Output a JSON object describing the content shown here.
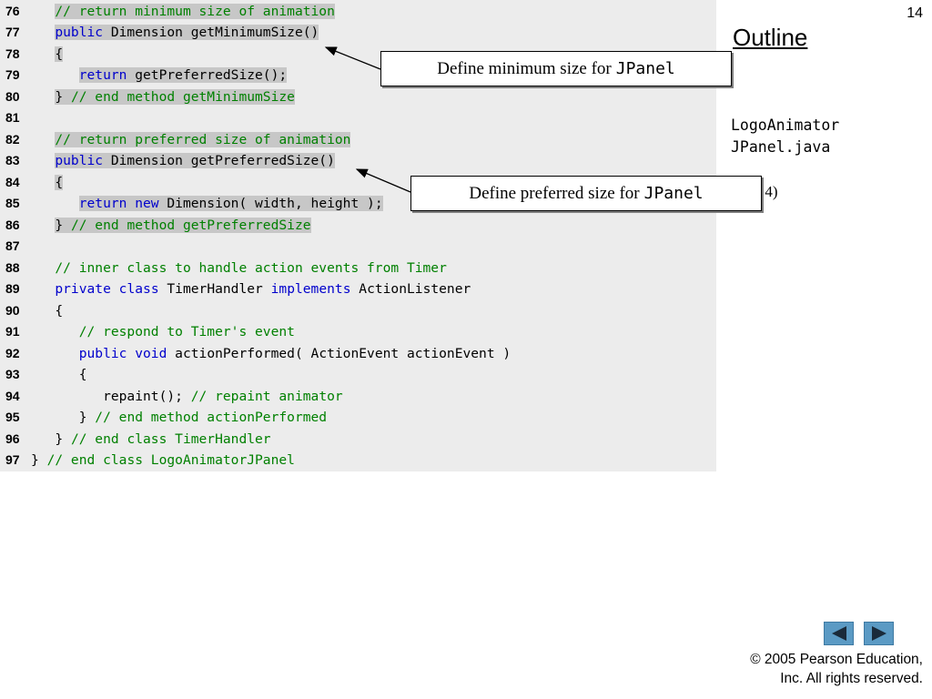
{
  "page_number": "14",
  "outline_heading": "Outline",
  "file_name": {
    "line1": "LogoAnimator",
    "line2": "JPanel.java"
  },
  "page_of": "of 4)",
  "callouts": {
    "min": {
      "text": "Define minimum size for",
      "code": "JPanel"
    },
    "pref": {
      "text": "Define preferred size for",
      "code": "JPanel"
    }
  },
  "code_lines": [
    {
      "n": "76",
      "indent": "   ",
      "hl": true,
      "tokens": [
        {
          "t": "// return minimum size of animation",
          "c": "cm"
        }
      ]
    },
    {
      "n": "77",
      "indent": "   ",
      "hl": true,
      "tokens": [
        {
          "t": "public",
          "c": "kw"
        },
        {
          "t": " Dimension getMinimumSize()",
          "c": "tx"
        }
      ]
    },
    {
      "n": "78",
      "indent": "   ",
      "hl": true,
      "tokens": [
        {
          "t": "{",
          "c": "tx"
        }
      ]
    },
    {
      "n": "79",
      "indent": "      ",
      "hl": true,
      "tokens": [
        {
          "t": "return",
          "c": "kw"
        },
        {
          "t": " getPreferredSize();",
          "c": "tx"
        }
      ]
    },
    {
      "n": "80",
      "indent": "   ",
      "hl": true,
      "tokens": [
        {
          "t": "} ",
          "c": "tx"
        },
        {
          "t": "// end method getMinimumSize",
          "c": "cm"
        }
      ]
    },
    {
      "n": "81",
      "indent": "",
      "hl": false,
      "tokens": []
    },
    {
      "n": "82",
      "indent": "   ",
      "hl": true,
      "tokens": [
        {
          "t": "// return preferred size of animation",
          "c": "cm"
        }
      ]
    },
    {
      "n": "83",
      "indent": "   ",
      "hl": true,
      "tokens": [
        {
          "t": "public",
          "c": "kw"
        },
        {
          "t": " Dimension getPreferredSize()",
          "c": "tx"
        }
      ]
    },
    {
      "n": "84",
      "indent": "   ",
      "hl": true,
      "tokens": [
        {
          "t": "{",
          "c": "tx"
        }
      ]
    },
    {
      "n": "85",
      "indent": "      ",
      "hl": true,
      "tokens": [
        {
          "t": "return",
          "c": "kw"
        },
        {
          "t": " ",
          "c": "tx"
        },
        {
          "t": "new",
          "c": "kw"
        },
        {
          "t": " Dimension( width, height );",
          "c": "tx"
        }
      ]
    },
    {
      "n": "86",
      "indent": "   ",
      "hl": true,
      "tokens": [
        {
          "t": "} ",
          "c": "tx"
        },
        {
          "t": "// end method getPreferredSize",
          "c": "cm"
        }
      ]
    },
    {
      "n": "87",
      "indent": "",
      "hl": false,
      "tokens": []
    },
    {
      "n": "88",
      "indent": "   ",
      "hl": false,
      "tokens": [
        {
          "t": "// inner class to handle action events from Timer",
          "c": "cm"
        }
      ]
    },
    {
      "n": "89",
      "indent": "   ",
      "hl": false,
      "tokens": [
        {
          "t": "private",
          "c": "kw"
        },
        {
          "t": " ",
          "c": "tx"
        },
        {
          "t": "class",
          "c": "kw"
        },
        {
          "t": " TimerHandler ",
          "c": "tx"
        },
        {
          "t": "implements",
          "c": "kw"
        },
        {
          "t": " ActionListener",
          "c": "tx"
        }
      ]
    },
    {
      "n": "90",
      "indent": "   ",
      "hl": false,
      "tokens": [
        {
          "t": "{",
          "c": "tx"
        }
      ]
    },
    {
      "n": "91",
      "indent": "      ",
      "hl": false,
      "tokens": [
        {
          "t": "// respond to Timer's event",
          "c": "cm"
        }
      ]
    },
    {
      "n": "92",
      "indent": "      ",
      "hl": false,
      "tokens": [
        {
          "t": "public",
          "c": "kw"
        },
        {
          "t": " ",
          "c": "tx"
        },
        {
          "t": "void",
          "c": "kw"
        },
        {
          "t": " actionPerformed( ActionEvent actionEvent )",
          "c": "tx"
        }
      ]
    },
    {
      "n": "93",
      "indent": "      ",
      "hl": false,
      "tokens": [
        {
          "t": "{",
          "c": "tx"
        }
      ]
    },
    {
      "n": "94",
      "indent": "         ",
      "hl": false,
      "tokens": [
        {
          "t": "repaint(); ",
          "c": "tx"
        },
        {
          "t": "// repaint animator",
          "c": "cm"
        }
      ]
    },
    {
      "n": "95",
      "indent": "      ",
      "hl": false,
      "tokens": [
        {
          "t": "} ",
          "c": "tx"
        },
        {
          "t": "// end method actionPerformed",
          "c": "cm"
        }
      ]
    },
    {
      "n": "96",
      "indent": "   ",
      "hl": false,
      "tokens": [
        {
          "t": "} ",
          "c": "tx"
        },
        {
          "t": "// end class TimerHandler",
          "c": "cm"
        }
      ]
    },
    {
      "n": "97",
      "indent": "",
      "hl": false,
      "tokens": [
        {
          "t": "} ",
          "c": "tx"
        },
        {
          "t": "// end class LogoAnimatorJPanel",
          "c": "cm"
        }
      ]
    }
  ],
  "nav": {
    "prev_icon": "triangle-left-icon",
    "next_icon": "triangle-right-icon"
  },
  "copyright": {
    "line1": "© 2005 Pearson Education,",
    "line2": "Inc.  All rights reserved."
  },
  "colors": {
    "keyword": "#0000cc",
    "comment": "#008000",
    "highlight": "#c7c7c7",
    "code_bg": "#ececec",
    "nav_button": "#5b9ac4"
  }
}
